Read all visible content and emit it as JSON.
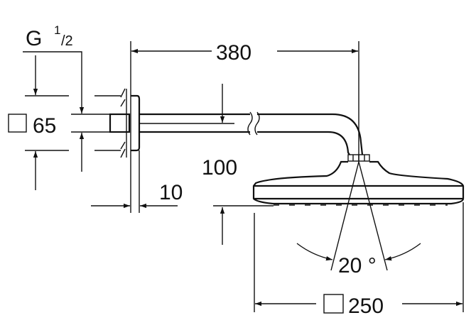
{
  "drawing": {
    "thread_label_main": "G",
    "thread_label_num": "1",
    "thread_label_den": "/2",
    "flange_size": "65",
    "arm_length": "380",
    "drop_height": "100",
    "wall_gap": "10",
    "spray_angle": "20 °",
    "head_size": "250",
    "square_symbol": "square-icon",
    "line_color": "#111111",
    "background_color": "#ffffff"
  }
}
